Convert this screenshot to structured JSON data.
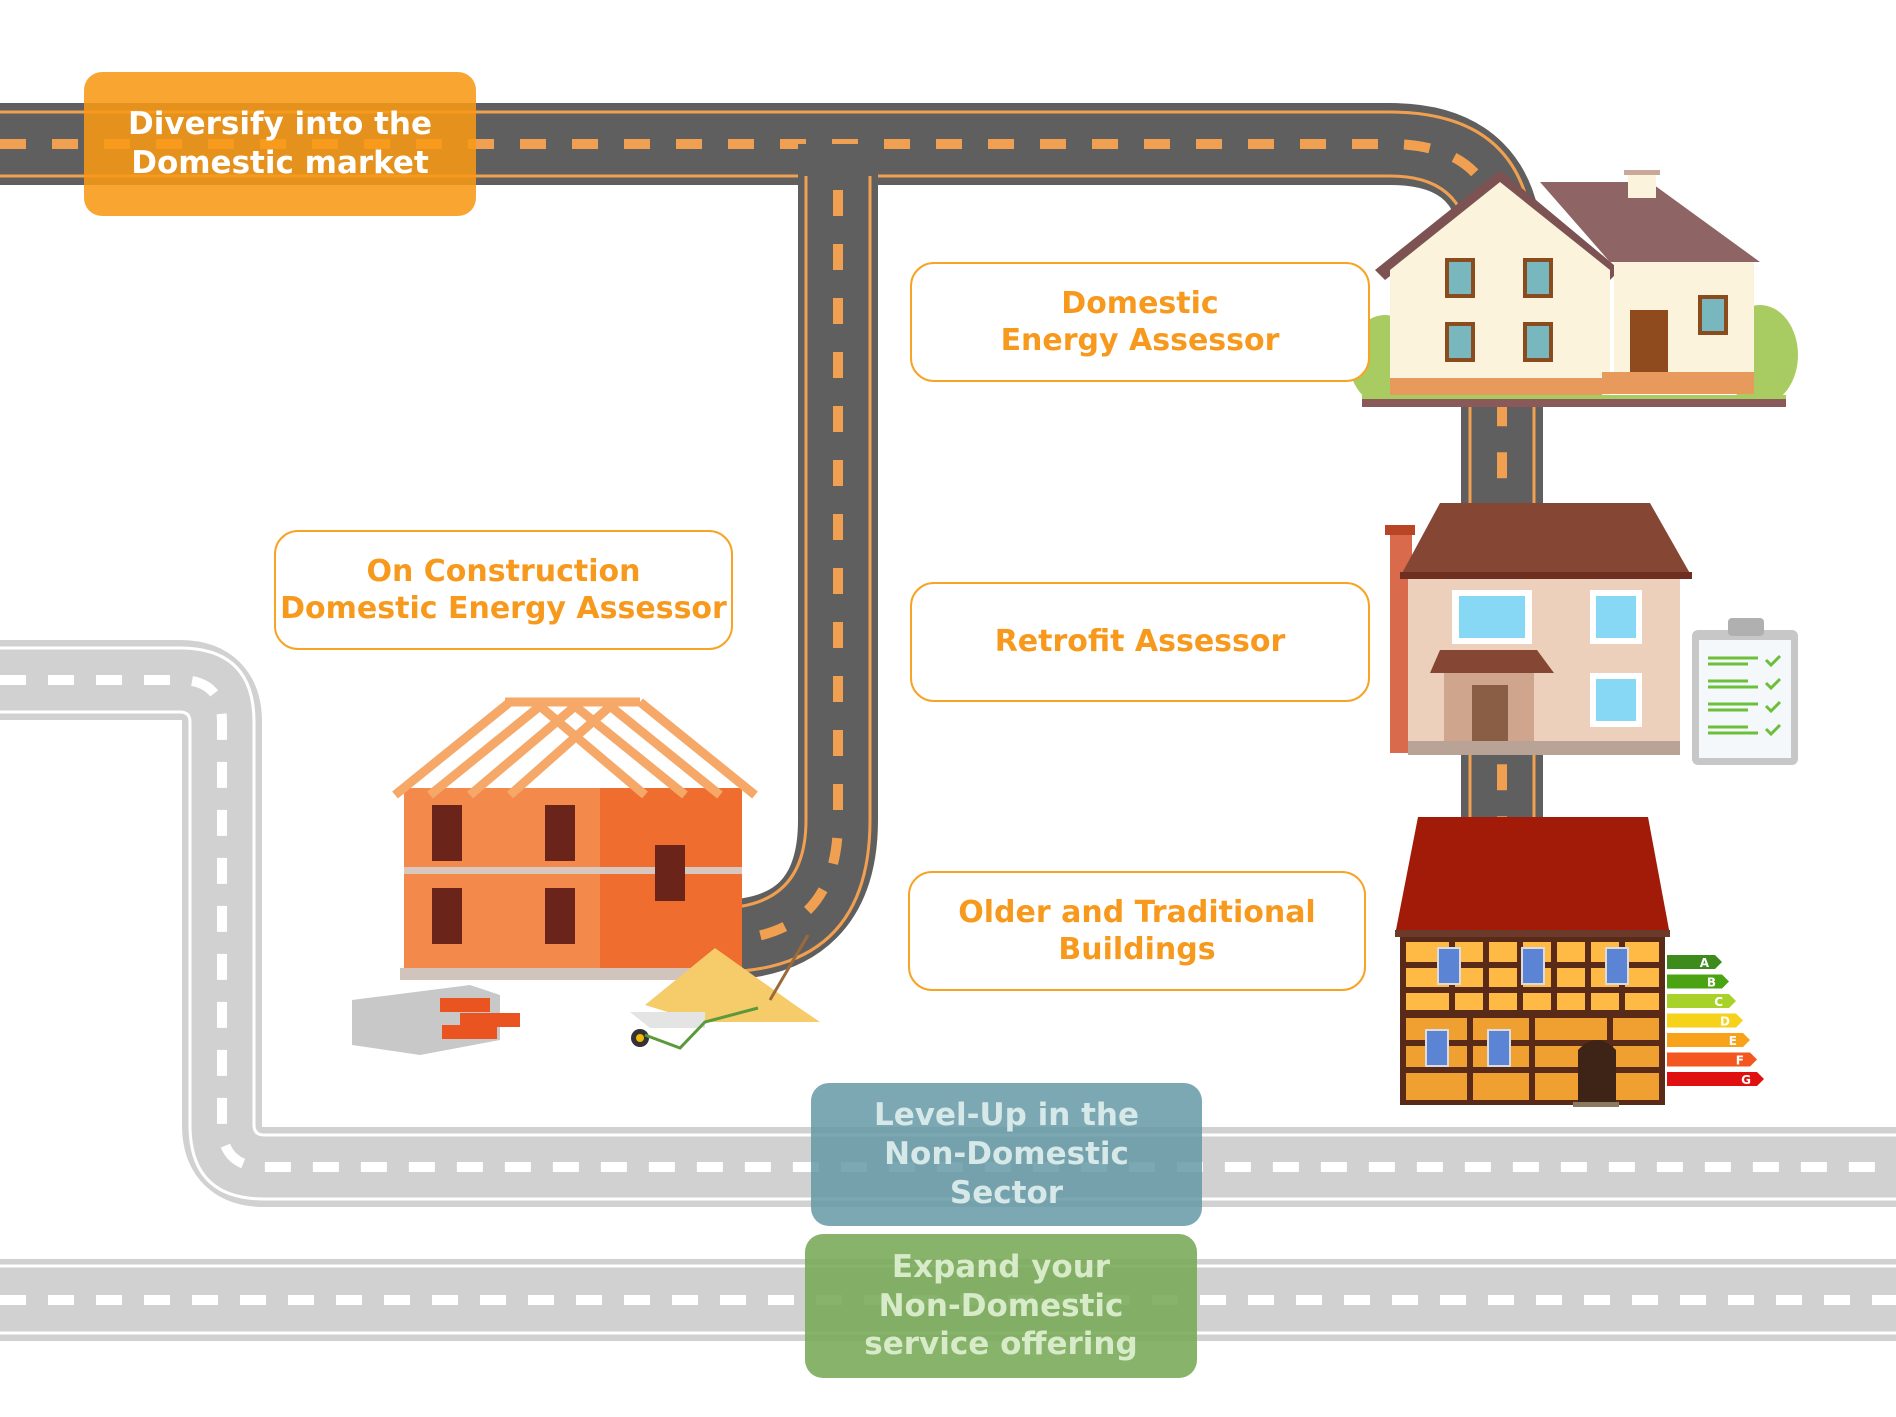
{
  "title": "Career pathway roadmap for energy assessors",
  "colors": {
    "accent_orange": "#f7991c",
    "dark_road": "#5f5f5f",
    "grey_road": "#d1d1d1",
    "teal_label": "#6499a4",
    "green_label": "#76a856"
  },
  "labels": {
    "diversify": {
      "lines": [
        "Diversify into the",
        "Domestic market"
      ]
    },
    "domestic_energy_assessor": {
      "lines": [
        "Domestic",
        "Energy Assessor"
      ]
    },
    "on_construction": {
      "lines": [
        "On Construction",
        "Domestic Energy Assessor"
      ]
    },
    "retrofit_assessor": {
      "lines": [
        "Retrofit Assessor"
      ]
    },
    "older_traditional": {
      "lines": [
        "Older and Traditional",
        "Buildings"
      ]
    },
    "level_up": {
      "lines": [
        "Level-Up in the",
        "Non-Domestic",
        "Sector"
      ]
    },
    "expand": {
      "lines": [
        "Expand your",
        "Non-Domestic",
        "service offering"
      ]
    }
  },
  "illustrations": {
    "modern_house": "house-icon",
    "retrofit_house": "house-with-checklist-icon",
    "construction_site": "house-under-construction-icon",
    "timber_frame_house": "half-timbered-house-icon",
    "energy_rating_scale": [
      "A",
      "B",
      "C",
      "D",
      "E",
      "F",
      "G"
    ],
    "checklist_items": 4
  }
}
